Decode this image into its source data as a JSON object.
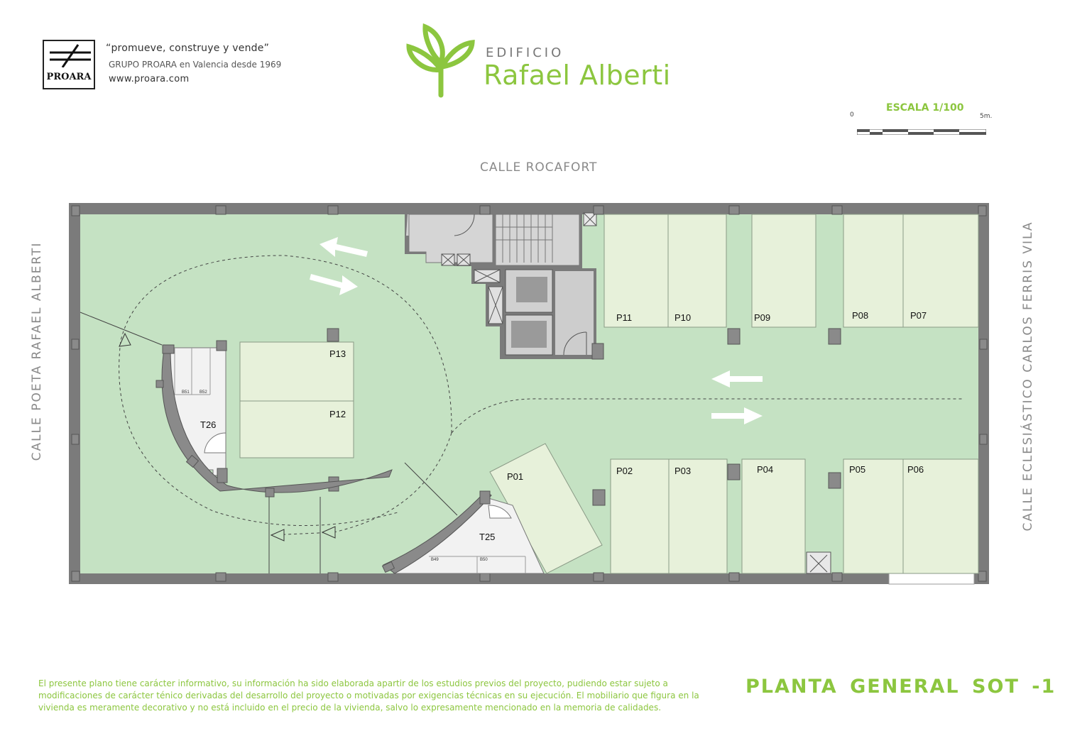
{
  "header": {
    "logo_text": "PROARA",
    "slogan": "“promueve, construye y vende”",
    "group_line": "GRUPO PROARA en Valencia desde 1969",
    "website": "www.proara.com",
    "brand_pre": "EDIFICIO",
    "brand_name": "Rafael Alberti"
  },
  "scale": {
    "title": "ESCALA 1/100",
    "start": "0",
    "end": "5m."
  },
  "streets": {
    "top": "CALLE ROCAFORT",
    "left": "CALLE  POETA  RAFAEL  ALBERTI",
    "right": "CALLE  ECLESIÁSTICO  CARLOS  FERRIS  VILA"
  },
  "spaces": {
    "p01": "P01",
    "p02": "P02",
    "p03": "P03",
    "p04": "P04",
    "p05": "P05",
    "p06": "P06",
    "p07": "P07",
    "p08": "P08",
    "p09": "P09",
    "p10": "P10",
    "p11": "P11",
    "p12": "P12",
    "p13": "P13",
    "t25": "T25",
    "t26": "T26",
    "b49": "B49",
    "b50": "B50",
    "b51": "B51",
    "b52": "B52"
  },
  "colors": {
    "floor": "#c5e2c3",
    "parking_space": "#e7f1da",
    "wall": "#7b7b7b",
    "core": "#cdcdcd",
    "storage": "#f0f0f0",
    "brand_green": "#8cc63f"
  },
  "footer": {
    "disclaimer": "El presente plano tiene carácter informativo, su información ha sido elaborada apartir de los estudios previos del proyecto, pudiendo estar sujeto a modificaciones de carácter ténico derivadas del desarrollo del proyecto o motivadas por exigencias técnicas en su ejecución. El mobiliario que figura en la vivienda es meramente decorativo y no está incluido en el precio de la vivienda, salvo lo expresamente mencionado en la memoria de calidades.",
    "plan_title": "PLANTA GENERAL SOT -1"
  }
}
